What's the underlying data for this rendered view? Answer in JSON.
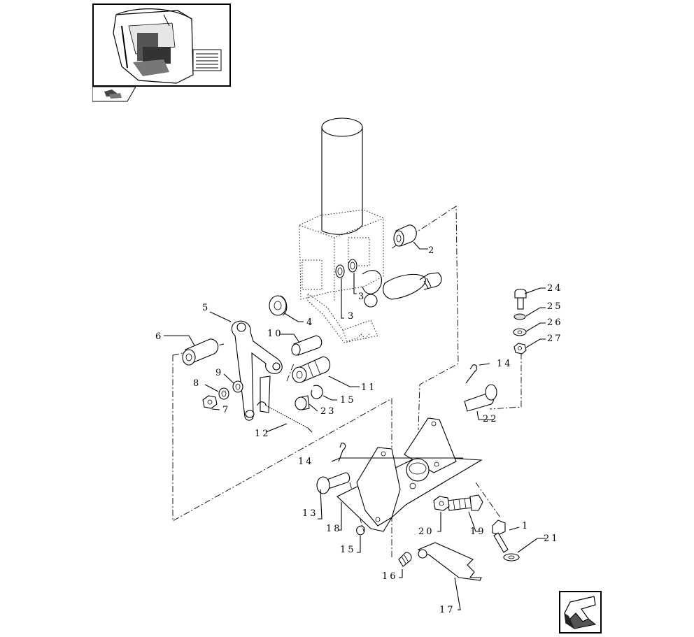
{
  "diagram": {
    "callouts": [
      {
        "id": "c1",
        "label": "1"
      },
      {
        "id": "c2",
        "label": "2"
      },
      {
        "id": "c3a",
        "label": "3"
      },
      {
        "id": "c3b",
        "label": "3"
      },
      {
        "id": "c4",
        "label": "4"
      },
      {
        "id": "c5",
        "label": "5"
      },
      {
        "id": "c6",
        "label": "6"
      },
      {
        "id": "c7",
        "label": "7"
      },
      {
        "id": "c8",
        "label": "8"
      },
      {
        "id": "c9",
        "label": "9"
      },
      {
        "id": "c10",
        "label": "10"
      },
      {
        "id": "c11",
        "label": "11"
      },
      {
        "id": "c12",
        "label": "12"
      },
      {
        "id": "c13",
        "label": "13"
      },
      {
        "id": "c14a",
        "label": "14"
      },
      {
        "id": "c14b",
        "label": "14"
      },
      {
        "id": "c15a",
        "label": "15"
      },
      {
        "id": "c15b",
        "label": "15"
      },
      {
        "id": "c16",
        "label": "16"
      },
      {
        "id": "c17",
        "label": "17"
      },
      {
        "id": "c18",
        "label": "18"
      },
      {
        "id": "c19",
        "label": "19"
      },
      {
        "id": "c20",
        "label": "20"
      },
      {
        "id": "c21",
        "label": "21"
      },
      {
        "id": "c22",
        "label": "22"
      },
      {
        "id": "c23",
        "label": "23"
      },
      {
        "id": "c24",
        "label": "24"
      },
      {
        "id": "c25",
        "label": "25"
      },
      {
        "id": "c26",
        "label": "26"
      },
      {
        "id": "c27",
        "label": "27"
      }
    ]
  },
  "icons": {
    "thumbnail": "cab-overview-thumbnail",
    "tab": "assembly-book-icon",
    "nav": "previous-page-arrow-icon"
  }
}
